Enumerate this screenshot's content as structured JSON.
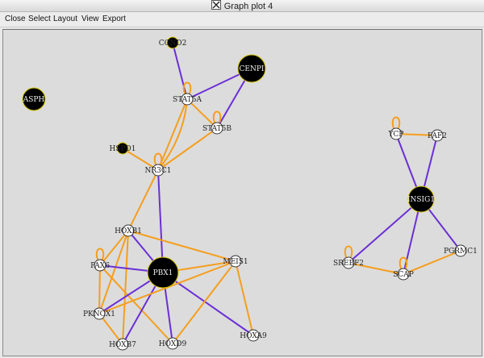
{
  "window": {
    "title": "Graph plot 4"
  },
  "menu": [
    "Close",
    "Select",
    "Layout",
    "View",
    "Export"
  ],
  "colors": {
    "edge_orange": "#f59e1e",
    "edge_purple": "#6a2fd6",
    "node_fill": "#ffffff",
    "big_node": "#000000",
    "canvas": "#dcdcdc"
  },
  "graph": {
    "nodes": [
      {
        "id": "CCND2",
        "label": "CCND2"
      },
      {
        "id": "CENPI",
        "label": "CENPI"
      },
      {
        "id": "ASPH",
        "label": "ASPH"
      },
      {
        "id": "STAT5A",
        "label": "STAT5A"
      },
      {
        "id": "STAT5B",
        "label": "STAT5B"
      },
      {
        "id": "HSPD1",
        "label": "HSPD1"
      },
      {
        "id": "NR3C1",
        "label": "NR3C1"
      },
      {
        "id": "HOXB1",
        "label": "HOXB1"
      },
      {
        "id": "PAX6",
        "label": "PAX6"
      },
      {
        "id": "PBX1",
        "label": "PBX1"
      },
      {
        "id": "MEIS1",
        "label": "MEIS1"
      },
      {
        "id": "PKNOX1",
        "label": "PKNOX1"
      },
      {
        "id": "HOXB7",
        "label": "HOXB7"
      },
      {
        "id": "HOXD9",
        "label": "HOXD9"
      },
      {
        "id": "HOXA9",
        "label": "HOXA9"
      },
      {
        "id": "YCP",
        "label": "YCP"
      },
      {
        "id": "FAF2",
        "label": "FAF2"
      },
      {
        "id": "INSIG1",
        "label": "INSIG1"
      },
      {
        "id": "SREBF2",
        "label": "SREBF2"
      },
      {
        "id": "SCAP",
        "label": "SCAP"
      },
      {
        "id": "PGRMC1",
        "label": "PGRMC1"
      }
    ],
    "edges": [
      {
        "from": "CCND2",
        "to": "STAT5A",
        "color": "purple"
      },
      {
        "from": "CENPI",
        "to": "STAT5A",
        "color": "purple"
      },
      {
        "from": "CENPI",
        "to": "STAT5B",
        "color": "purple"
      },
      {
        "from": "STAT5A",
        "to": "STAT5B",
        "color": "orange"
      },
      {
        "from": "STAT5A",
        "to": "NR3C1",
        "color": "orange"
      },
      {
        "from": "STAT5A",
        "to": "NR3C1",
        "color": "orange",
        "bend": 1
      },
      {
        "from": "STAT5B",
        "to": "NR3C1",
        "color": "orange"
      },
      {
        "from": "HSPD1",
        "to": "NR3C1",
        "color": "orange"
      },
      {
        "from": "NR3C1",
        "to": "HOXB1",
        "color": "orange"
      },
      {
        "from": "NR3C1",
        "to": "PBX1",
        "color": "purple"
      },
      {
        "from": "HOXB1",
        "to": "PBX1",
        "color": "purple"
      },
      {
        "from": "HOXB1",
        "to": "PAX6",
        "color": "orange"
      },
      {
        "from": "HOXB1",
        "to": "MEIS1",
        "color": "orange"
      },
      {
        "from": "HOXB1",
        "to": "PKNOX1",
        "color": "orange"
      },
      {
        "from": "HOXB1",
        "to": "HOXB7",
        "color": "orange"
      },
      {
        "from": "PAX6",
        "to": "PBX1",
        "color": "purple"
      },
      {
        "from": "PAX6",
        "to": "PKNOX1",
        "color": "orange"
      },
      {
        "from": "PAX6",
        "to": "HOXD9",
        "color": "orange"
      },
      {
        "from": "PBX1",
        "to": "MEIS1",
        "color": "orange"
      },
      {
        "from": "PBX1",
        "to": "PKNOX1",
        "color": "purple"
      },
      {
        "from": "PBX1",
        "to": "HOXB7",
        "color": "purple"
      },
      {
        "from": "PBX1",
        "to": "HOXD9",
        "color": "purple"
      },
      {
        "from": "PBX1",
        "to": "HOXA9",
        "color": "purple"
      },
      {
        "from": "MEIS1",
        "to": "PKNOX1",
        "color": "orange"
      },
      {
        "from": "MEIS1",
        "to": "HOXD9",
        "color": "orange"
      },
      {
        "from": "MEIS1",
        "to": "HOXA9",
        "color": "orange"
      },
      {
        "from": "PKNOX1",
        "to": "HOXB7",
        "color": "orange"
      },
      {
        "from": "YCP",
        "to": "FAF2",
        "color": "orange"
      },
      {
        "from": "YCP",
        "to": "INSIG1",
        "color": "purple"
      },
      {
        "from": "FAF2",
        "to": "INSIG1",
        "color": "purple"
      },
      {
        "from": "INSIG1",
        "to": "SREBF2",
        "color": "purple"
      },
      {
        "from": "INSIG1",
        "to": "SCAP",
        "color": "purple"
      },
      {
        "from": "INSIG1",
        "to": "PGRMC1",
        "color": "purple"
      },
      {
        "from": "SREBF2",
        "to": "SCAP",
        "color": "orange"
      },
      {
        "from": "SCAP",
        "to": "PGRMC1",
        "color": "orange"
      }
    ],
    "self_loops": [
      "STAT5A",
      "STAT5B",
      "NR3C1",
      "PAX6",
      "YCP",
      "SREBF2",
      "SCAP"
    ]
  }
}
